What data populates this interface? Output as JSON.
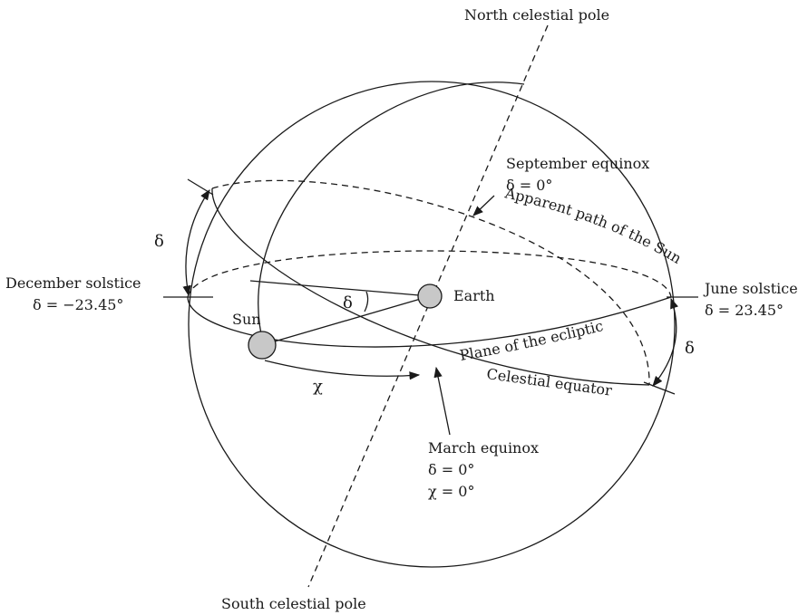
{
  "labels": {
    "north_pole": "North celestial pole",
    "south_pole": "South celestial pole",
    "september_equinox": "September equinox",
    "september_equinox_delta": "δ = 0°",
    "apparent_path": "Apparent path of the Sun",
    "december_solstice": "December solstice",
    "december_solstice_delta": "δ = −23.45°",
    "june_solstice": "June solstice",
    "june_solstice_delta": "δ = 23.45°",
    "earth": "Earth",
    "sun": "Sun",
    "plane_of_ecliptic": "Plane of the ecliptic",
    "celestial_equator": "Celestial equator",
    "march_equinox": "March equinox",
    "march_equinox_delta": "δ = 0°",
    "march_equinox_chi": "χ = 0°",
    "delta_left": "δ",
    "delta_center": "δ",
    "delta_right": "δ",
    "chi": "χ"
  }
}
